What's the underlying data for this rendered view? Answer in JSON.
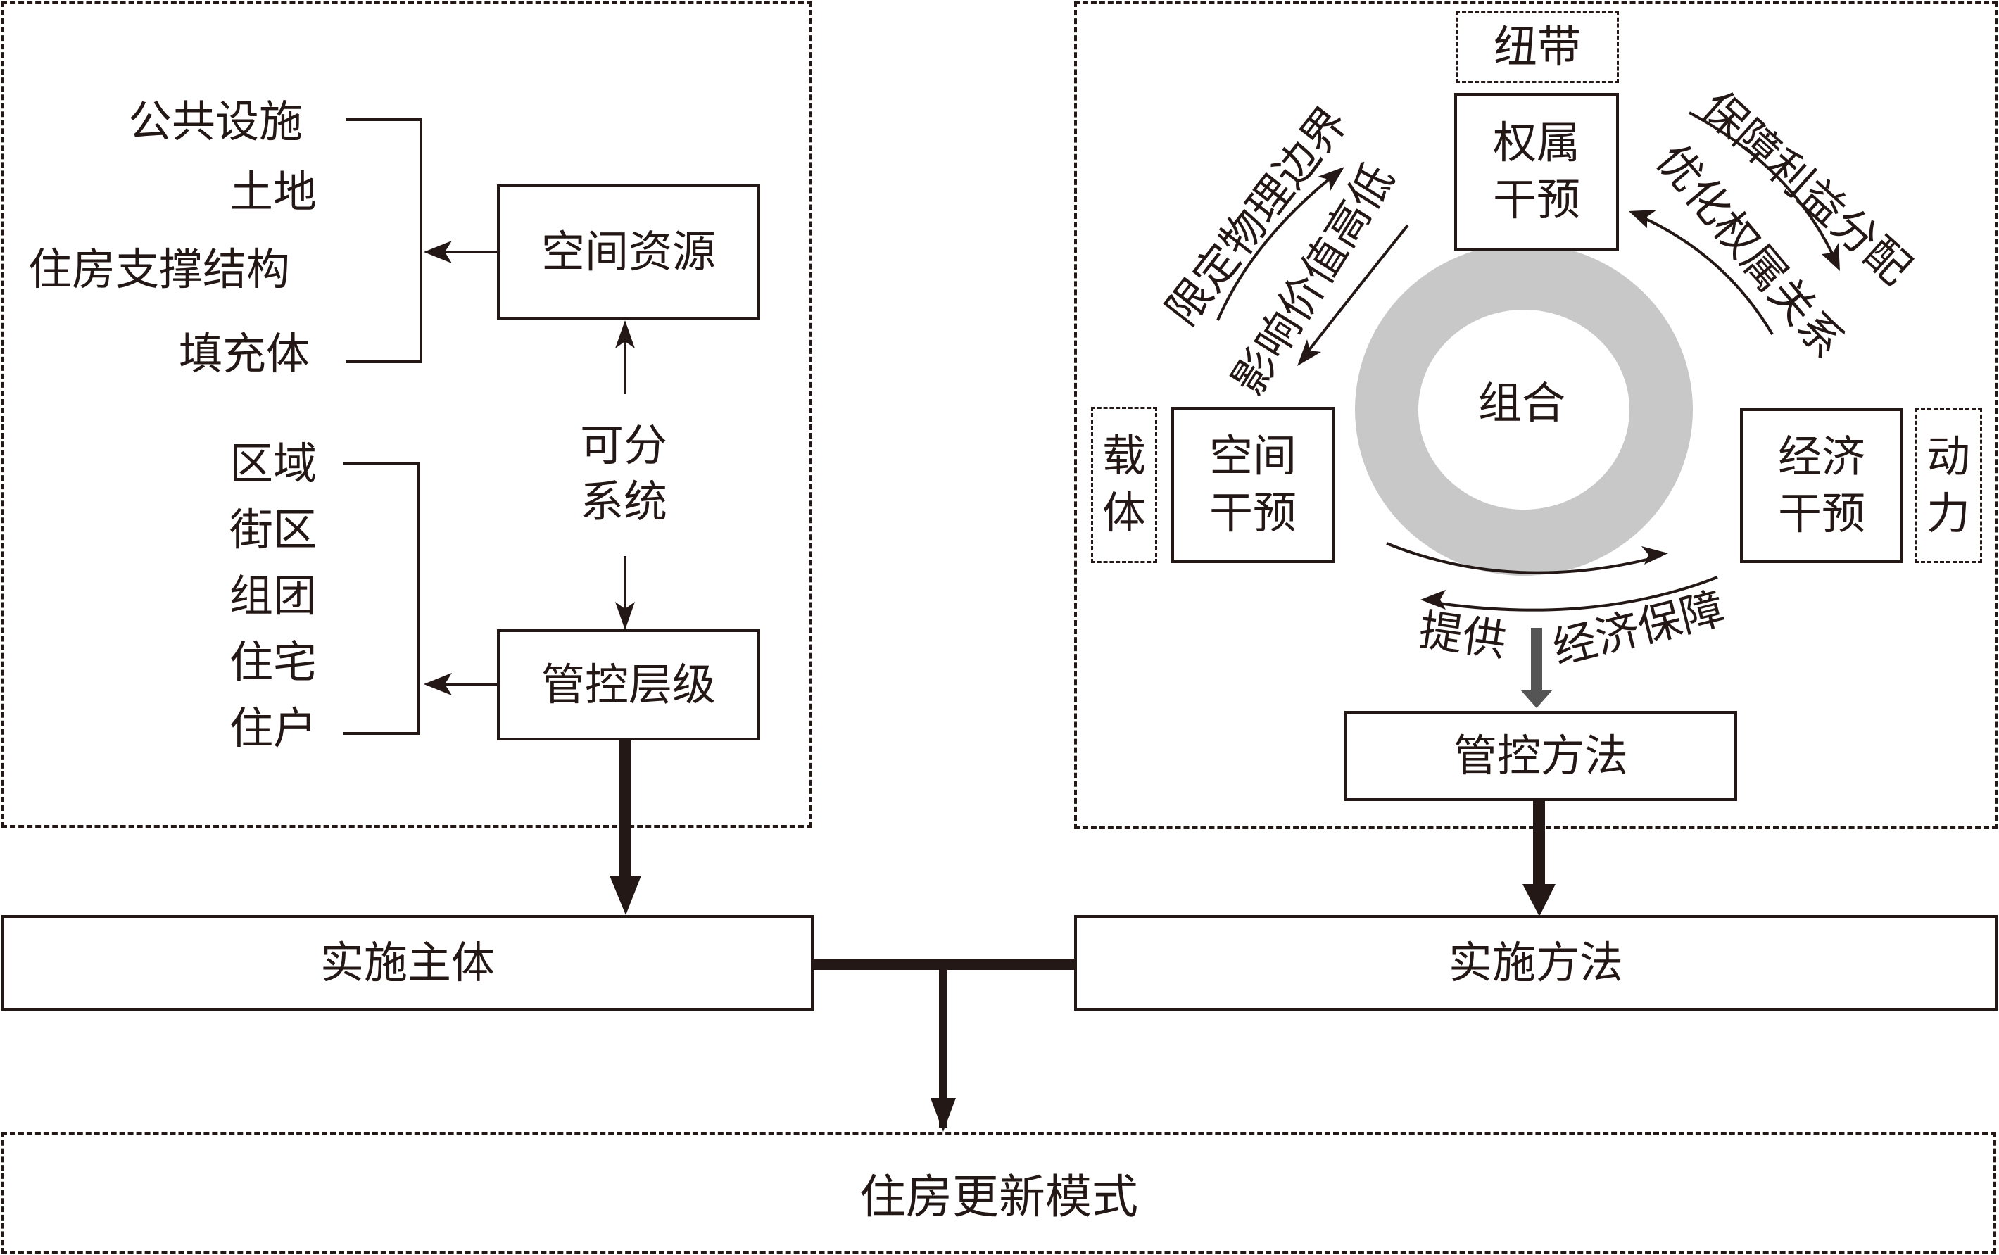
{
  "left_panel": {
    "resource_items": [
      "公共设施",
      "土地",
      "住房支撑结构",
      "填充体"
    ],
    "level_items": [
      "区域",
      "街区",
      "组团",
      "住宅",
      "住户"
    ],
    "space_resource": "空间资源",
    "divisible_line1": "可分",
    "divisible_line2": "系统",
    "control_levels": "管控层级"
  },
  "right_panel": {
    "link_tag": "纽带",
    "ownership": {
      "line1": "权属",
      "line2": "干预"
    },
    "space": {
      "line1": "空间",
      "line2": "干预"
    },
    "economy": {
      "line1": "经济",
      "line2": "干预"
    },
    "carrier_tag": {
      "line1": "载",
      "line2": "体"
    },
    "power_tag": {
      "line1": "动",
      "line2": "力"
    },
    "center": "组合",
    "arc_labels": {
      "define_boundary": "限定物理边界",
      "affect_value": "影响价值高低",
      "guarantee_benefit": "保障利益分配",
      "optimize_ownership": "优化权属关系",
      "provide": "提供",
      "economic_guarantee": "经济保障"
    },
    "control_method": "管控方法"
  },
  "bottom": {
    "implement_subject": "实施主体",
    "implement_method": "实施方法",
    "housing_mode": "住房更新模式"
  },
  "colors": {
    "ink": "#231815",
    "ring": "#c8c8c8",
    "gray_arrow": "#555555"
  }
}
